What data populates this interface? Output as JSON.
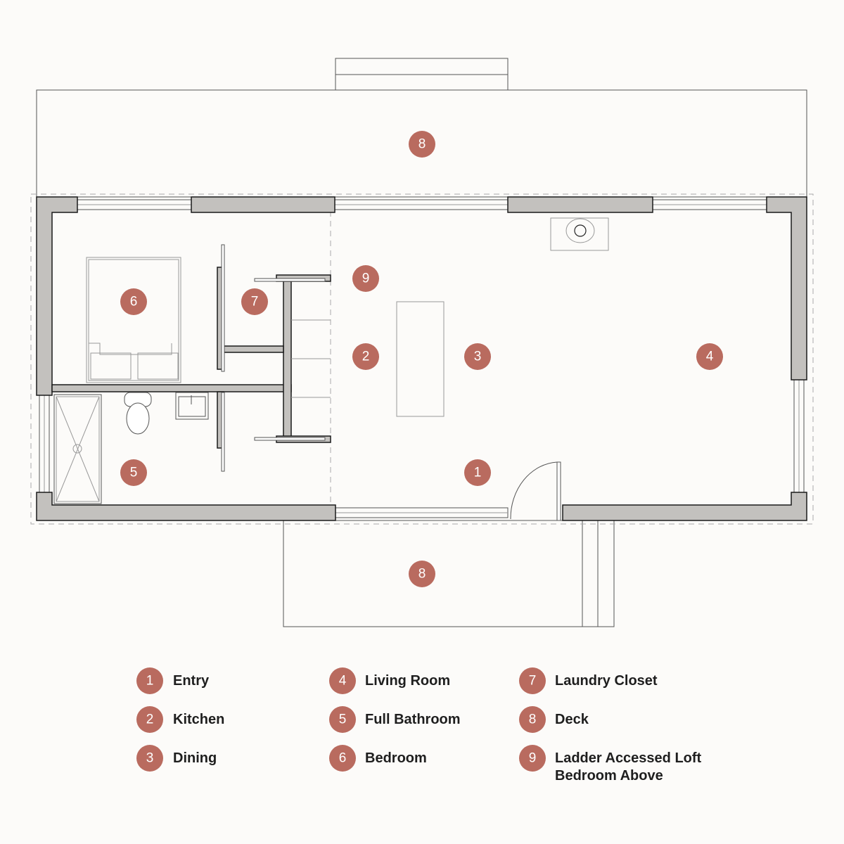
{
  "badge_color": "#b96b5f",
  "plan_badges": {
    "deck_top": "8",
    "deck_bottom": "8",
    "bedroom": "6",
    "laundry": "7",
    "loft": "9",
    "kitchen": "2",
    "dining": "3",
    "living": "4",
    "bathroom": "5",
    "entry": "1"
  },
  "legend": [
    {
      "num": "1",
      "label": "Entry"
    },
    {
      "num": "2",
      "label": "Kitchen"
    },
    {
      "num": "3",
      "label": "Dining"
    },
    {
      "num": "4",
      "label": "Living Room"
    },
    {
      "num": "5",
      "label": "Full Bathroom"
    },
    {
      "num": "6",
      "label": "Bedroom"
    },
    {
      "num": "7",
      "label": "Laundry Closet"
    },
    {
      "num": "8",
      "label": "Deck"
    },
    {
      "num": "9",
      "label": "Ladder Accessed Loft",
      "label2": "Bedroom Above"
    }
  ]
}
